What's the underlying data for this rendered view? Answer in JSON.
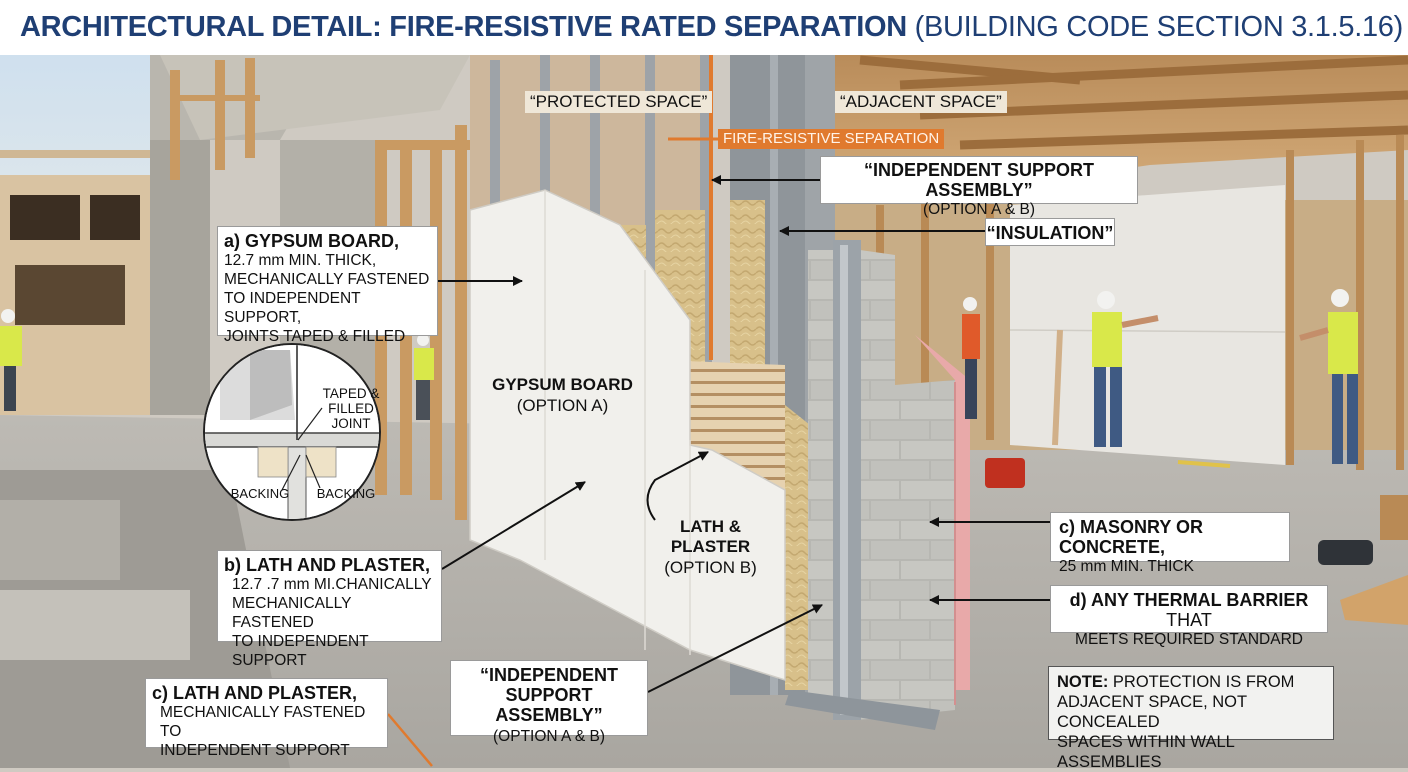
{
  "title": {
    "bold": "ARCHITECTURAL DETAIL: FIRE-RESISTIVE RATED SEPARATION",
    "rest": " (BUILDING CODE SECTION 3.1.5.16)"
  },
  "space_labels": {
    "protected": "“PROTECTED SPACE”",
    "adjacent": "“ADJACENT SPACE”",
    "separation": "FIRE-RESISTIVE SEPARATION"
  },
  "callouts": {
    "independent_support_top": {
      "head": "“INDEPENDENT SUPPORT ASSEMBLY”",
      "body": "(OPTION A & B)"
    },
    "insulation": {
      "head": "“INSULATION”"
    },
    "gypsum_a": {
      "head": "a) GYPSUM BOARD,",
      "lines": [
        "12.7 mm MIN. THICK,",
        "MECHANICALLY FASTENED",
        "TO INDEPENDENT SUPPORT,",
        "JOINTS TAPED & FILLED"
      ]
    },
    "lath_b": {
      "head": "b) LATH AND PLASTER,",
      "lines": [
        "12.7 .7 mm MI.CHANICALLY",
        "MECHANICALLY FASTENED",
        "TO INDEPENDENT SUPPORT"
      ]
    },
    "lath_c": {
      "head": "c) LATH AND PLASTER,",
      "lines": [
        "MECHANICALLY FASTENED TO",
        "INDEPENDENT SUPPORT"
      ]
    },
    "independent_support_bottom": {
      "head": "“INDEPENDENT",
      "head2": "SUPPORT ASSEMBLY”",
      "body": "(OPTION A & B)"
    },
    "masonry_c": {
      "head": "c) MASONRY OR CONCRETE,",
      "body": "25 mm MIN. THICK"
    },
    "thermal_d": {
      "head": "d) ANY THERMAL BARRIER",
      "head_rest": " THAT",
      "body": "MEETS REQUIRED STANDARD"
    },
    "note": {
      "head": "NOTE:",
      "text1": " PROTECTION IS FROM",
      "text2": "ADJACENT SPACE, NOT CONCEALED",
      "text3": "SPACES WITHIN WALL ASSEMBLIES"
    }
  },
  "wall_labels": {
    "gypsum": {
      "head": "GYPSUM BOARD",
      "body": "(OPTION A)"
    },
    "lath": {
      "head1": "LATH &",
      "head2": "PLASTER",
      "body": "(OPTION B)"
    }
  },
  "joint_detail": {
    "taped": [
      "TAPED &",
      "FILLED",
      "JOINT"
    ],
    "backing_left": "BACKING",
    "backing_right": "BACKING"
  },
  "colors": {
    "title": "#1f3f74",
    "separation_line": "#e07a2e",
    "separation_tag_bg": "#e07a2e"
  }
}
